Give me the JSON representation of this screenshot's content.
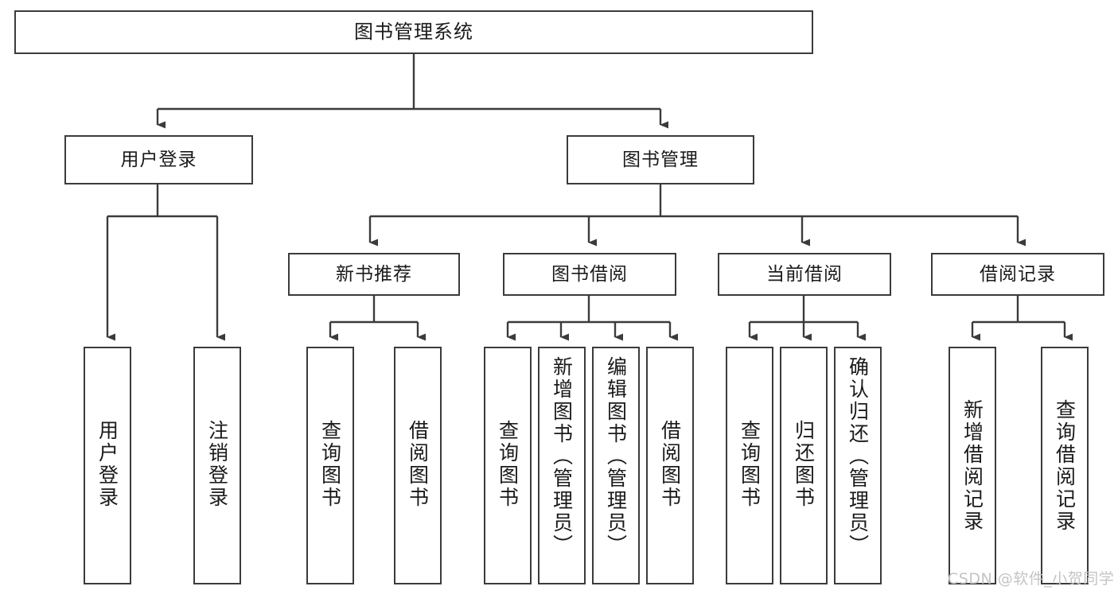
{
  "diagram": {
    "title": "图书管理系统",
    "type": "tree-hierarchy-functional-decomposition",
    "watermark": "CSDN @软件_小贺同学",
    "colors": {
      "box_border": "#3b3b3b",
      "box_fill": "#ffffff",
      "connector": "#3b3b3b",
      "text": "#1a1a1a",
      "watermark": "#c4c4c4"
    },
    "nodes": {
      "root": {
        "label": "图书管理系统"
      },
      "level2": [
        {
          "id": "user-login",
          "label": "用户登录"
        },
        {
          "id": "book-management",
          "label": "图书管理"
        }
      ],
      "level3": [
        {
          "id": "new-book-recommend",
          "label": "新书推荐"
        },
        {
          "id": "book-borrow",
          "label": "图书借阅"
        },
        {
          "id": "current-borrow",
          "label": "当前借阅"
        },
        {
          "id": "borrow-record",
          "label": "借阅记录"
        }
      ],
      "leaves": {
        "user_login": [
          {
            "id": "leaf-user-login",
            "label": "用户登录"
          },
          {
            "id": "leaf-logout-login",
            "label": "注销登录"
          }
        ],
        "new_book_recommend": [
          {
            "id": "leaf-query-book-1",
            "label": "查询图书"
          },
          {
            "id": "leaf-borrow-book-1",
            "label": "借阅图书"
          }
        ],
        "book_borrow": [
          {
            "id": "leaf-query-book-2",
            "label": "查询图书"
          },
          {
            "id": "leaf-add-book",
            "label": "新增图书（管理员）"
          },
          {
            "id": "leaf-edit-book",
            "label": "编辑图书（管理员）"
          },
          {
            "id": "leaf-borrow-book-2",
            "label": "借阅图书"
          }
        ],
        "current_borrow": [
          {
            "id": "leaf-query-book-3",
            "label": "查询图书"
          },
          {
            "id": "leaf-return-book",
            "label": "归还图书"
          },
          {
            "id": "leaf-confirm-return",
            "label": "确认归还（管理员）"
          }
        ],
        "borrow_record": [
          {
            "id": "leaf-add-borrow-record",
            "label": "新增借阅记录"
          },
          {
            "id": "leaf-query-borrow-record",
            "label": "查询借阅记录"
          }
        ]
      }
    }
  }
}
